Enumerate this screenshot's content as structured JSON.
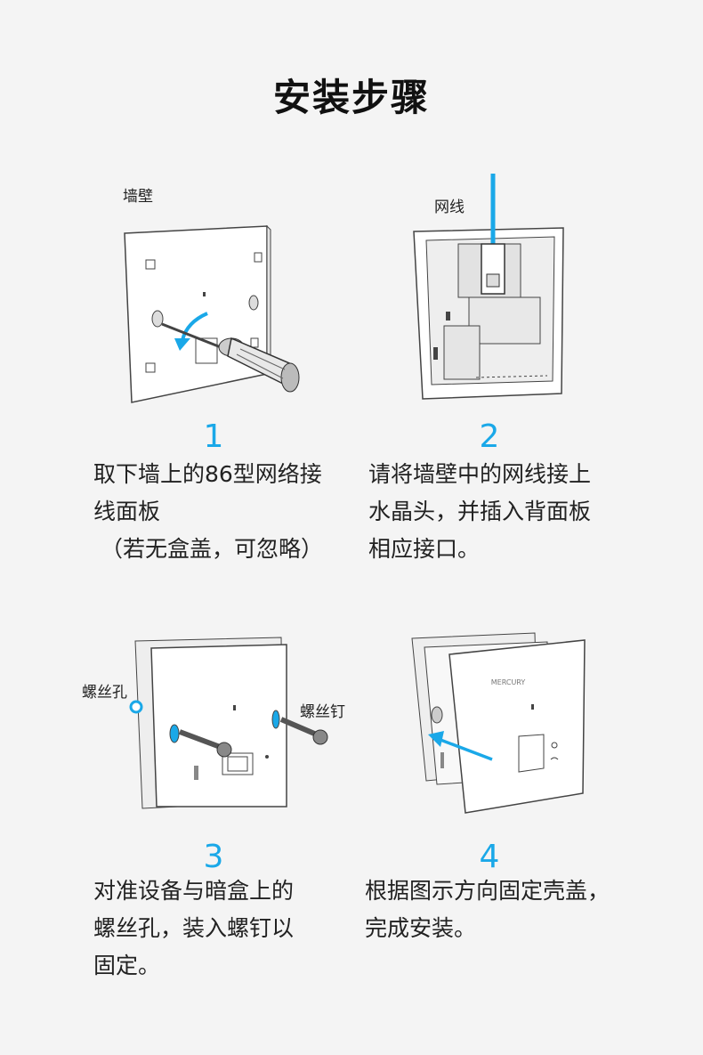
{
  "title": "安装步骤",
  "steps": [
    {
      "number": "1",
      "lines": [
        "取下墙上的86型网络接",
        "线面板",
        "（若无盒盖，可忽略）"
      ],
      "label": "墙壁"
    },
    {
      "number": "2",
      "lines": [
        "请将墙壁中的网线接上",
        "水晶头，并插入背面板",
        "相应接口。"
      ],
      "label": "网线"
    },
    {
      "number": "3",
      "lines": [
        "对准设备与暗盒上的",
        "螺丝孔，装入螺钉以",
        "固定。"
      ],
      "label_hole": "螺丝孔",
      "label_screw": "螺丝钉"
    },
    {
      "number": "4",
      "lines": [
        "根据图示方向固定壳盖，",
        "完成安装。"
      ],
      "brand": "MERCURY"
    }
  ],
  "colors": {
    "accent": "#1aa8e8",
    "text": "#222222",
    "background": "#f4f4f4"
  }
}
